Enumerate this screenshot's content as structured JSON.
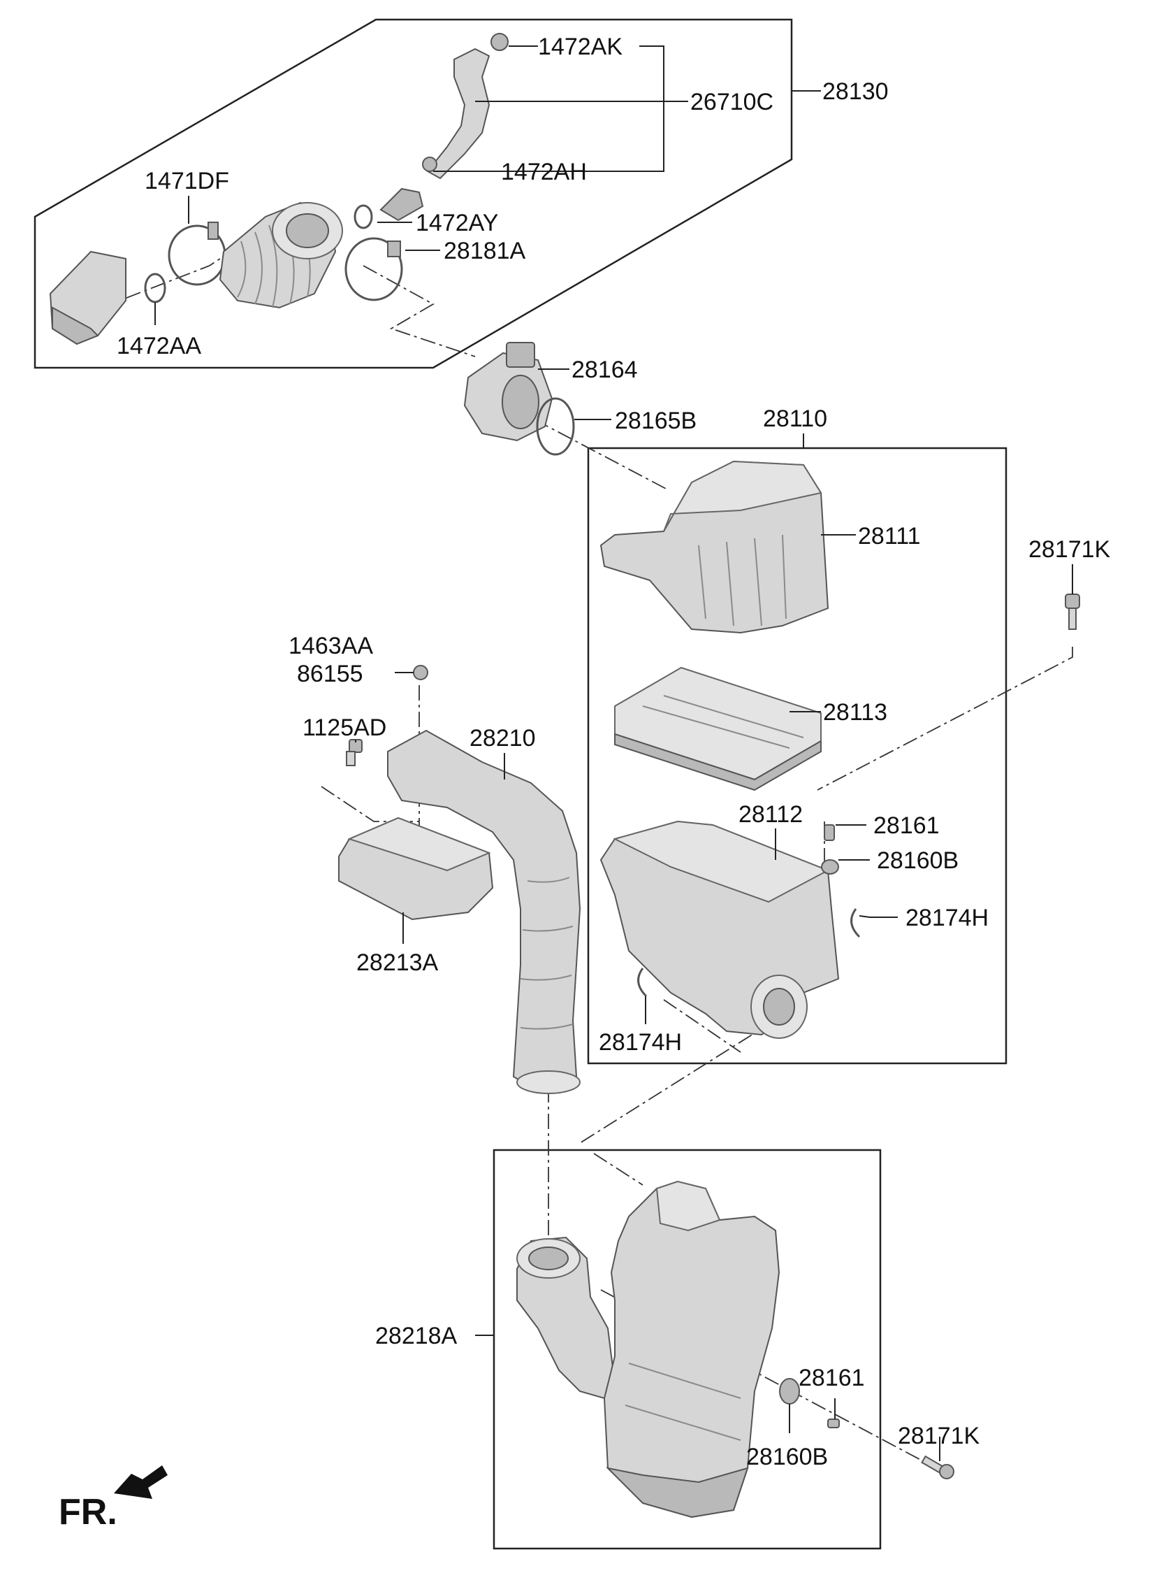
{
  "callouts": {
    "p1472AK": "1472AK",
    "p26710C": "26710C",
    "p28130": "28130",
    "p1472AH": "1472AH",
    "p1471DF": "1471DF",
    "p1472AY": "1472AY",
    "p28181A": "28181A",
    "p1472AA": "1472AA",
    "p28164": "28164",
    "p28165B": "28165B",
    "p28110": "28110",
    "p28111": "28111",
    "p28171K_top": "28171K",
    "p1463AA": "1463AA",
    "p86155": "86155",
    "p28113": "28113",
    "p1125AD": "1125AD",
    "p28210": "28210",
    "p28112": "28112",
    "p28161_top": "28161",
    "p28160B_top": "28160B",
    "p28174H_right": "28174H",
    "p28213A": "28213A",
    "p28174H_left": "28174H",
    "p28218A": "28218A",
    "p28161_bottom": "28161",
    "p28171K_bottom": "28171K",
    "p28160B_bottom": "28160B"
  },
  "front_marker": "FR."
}
